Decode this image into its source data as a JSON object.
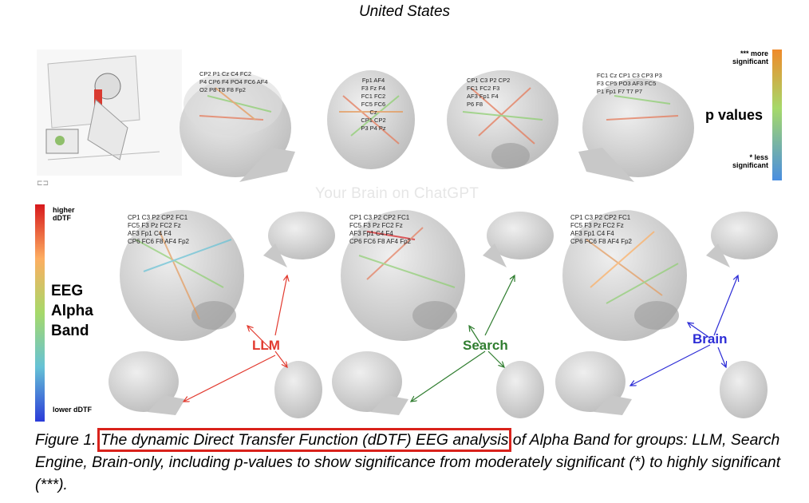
{
  "header": {
    "country": "United States"
  },
  "watermark": "Your Brain on ChatGPT",
  "colors": {
    "llm": "#e23a2f",
    "search": "#2f7d2f",
    "brain": "#2c2cd6",
    "highlight": "#d9221b"
  },
  "dDTF_scale": {
    "top": "higher dDTF",
    "middle": "EEG Alpha Band",
    "bottom": "lower dDTF"
  },
  "p_scale": {
    "top": "*** more significant",
    "middle": "p values",
    "bottom": "* less significant"
  },
  "groups": {
    "llm": "LLM",
    "search": "Search",
    "brain": "Brain"
  },
  "electrodes": {
    "h1": [
      "CP2",
      "P1",
      "Cz",
      "C4",
      "FC2",
      "P4",
      "CP6",
      "F4",
      "PO4",
      "FC6",
      "AF4",
      "O2",
      "P8",
      "T8",
      "F8",
      "Fp2"
    ],
    "top1": [
      "Fp1",
      "AF4",
      "F3",
      "Fz",
      "F4",
      "FC1",
      "FC2",
      "FC5",
      "FC6",
      "Cz",
      "CP1",
      "CP2",
      "P3",
      "P4",
      "Pz"
    ],
    "back1": [
      "CP1",
      "C3",
      "P2",
      "CP2",
      "FC1",
      "FC2",
      "F3",
      "AF3",
      "Fp1",
      "F4",
      "P6",
      "F8"
    ],
    "h4": [
      "FC1",
      "Cz",
      "CP1",
      "C3",
      "CP3",
      "P3",
      "F3",
      "CP5",
      "PO3",
      "AF3",
      "FC5",
      "P1",
      "Fp1",
      "F7",
      "T7",
      "P7"
    ],
    "big": [
      "CP1",
      "C3",
      "P2",
      "CP2",
      "FC1",
      "FC5",
      "F3",
      "Pz",
      "FC2",
      "Fz",
      "AF3",
      "Fp1",
      "C4",
      "F4",
      "CP6",
      "FC6",
      "F8",
      "AF4",
      "Fp2"
    ]
  },
  "caption": {
    "prefix": "Figure 1. ",
    "highlight": "The dynamic Direct Transfer Function (dDTF) EEG analysis",
    "suffix": " of Alpha Band for groups: LLM, Search Engine, Brain-only, including p-values to show significance from moderately significant (*) to highly significant (***)."
  }
}
